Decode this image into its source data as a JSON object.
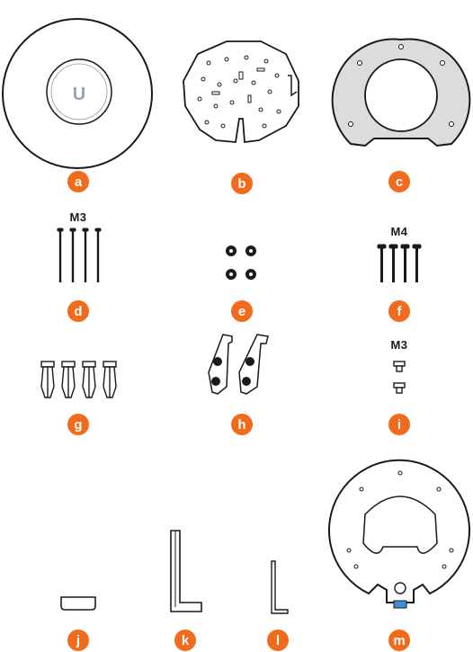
{
  "parts": [
    {
      "letter": "a",
      "icon": "access-point-icon"
    },
    {
      "letter": "b",
      "icon": "mounting-bracket-icon"
    },
    {
      "letter": "c",
      "icon": "ring-plate-icon"
    },
    {
      "letter": "d",
      "icon": "long-screws-icon",
      "size": "M3"
    },
    {
      "letter": "e",
      "icon": "washers-icon"
    },
    {
      "letter": "f",
      "icon": "short-screws-icon",
      "size": "M4"
    },
    {
      "letter": "g",
      "icon": "wall-anchors-icon"
    },
    {
      "letter": "h",
      "icon": "clips-icon"
    },
    {
      "letter": "i",
      "icon": "small-screws-icon",
      "size": "M3"
    },
    {
      "letter": "j",
      "icon": "cover-cap-icon"
    },
    {
      "letter": "k",
      "icon": "large-hex-key-icon"
    },
    {
      "letter": "l",
      "icon": "small-hex-key-icon"
    },
    {
      "letter": "m",
      "icon": "mounting-plate-icon"
    }
  ],
  "colors": {
    "badge": "#f26a1b",
    "line": "#1a1a1a",
    "plate_fill": "#dcdcdc",
    "accent_blue": "#3b8fd6"
  }
}
